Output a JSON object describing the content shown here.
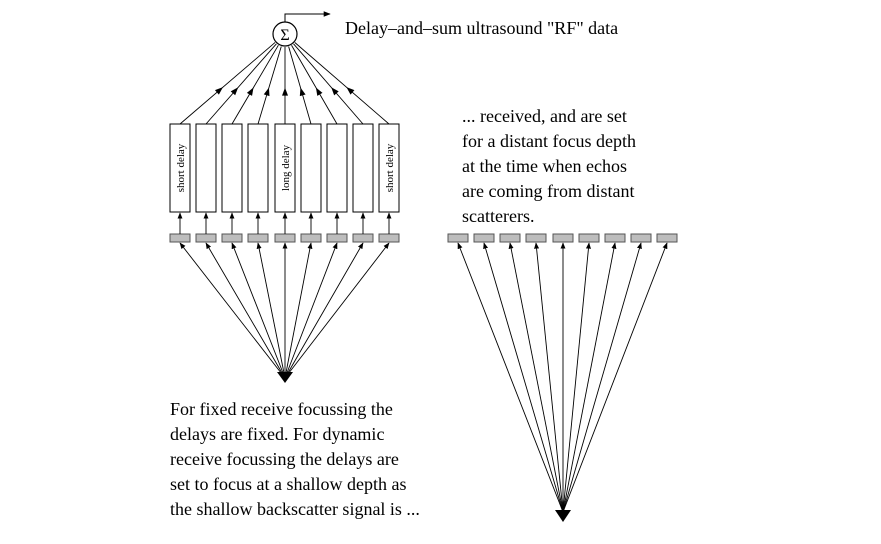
{
  "summer": {
    "symbol": "Σ"
  },
  "title": "Delay–and–sum ultrasound \"RF\" data",
  "delay_labels": [
    "short delay",
    "long delay",
    "short delay"
  ],
  "right_caption": [
    "... received, and are set",
    "for a distant focus depth",
    "at the time when echos",
    "are coming from distant",
    "scatterers."
  ],
  "left_caption": [
    "For fixed receive focussing the",
    "delays are fixed.  For dynamic",
    "receive focussing the delays are",
    "set to focus at a shallow depth as",
    "the shallow backscatter signal is ..."
  ],
  "colors": {
    "line": "#000000",
    "element": "#bdbdbd",
    "element_stroke": "#555555",
    "box": "#ffffff"
  }
}
